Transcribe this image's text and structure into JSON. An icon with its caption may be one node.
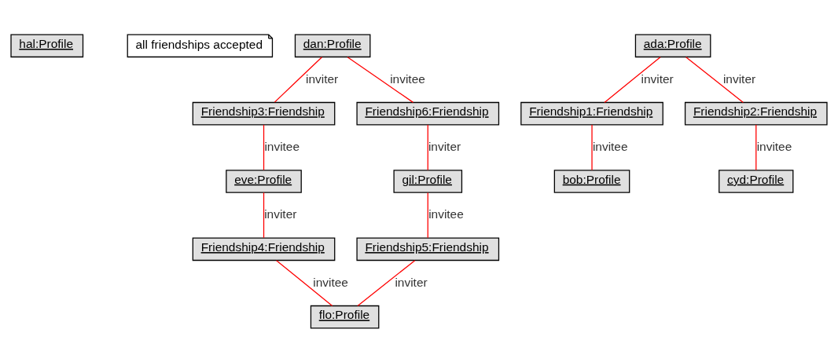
{
  "diagram": {
    "nodes": [
      {
        "text": [
          "hal:Profile"
        ]
      },
      {
        "text": [
          "all friendships accepted"
        ]
      },
      {
        "text": [
          "dan:Profile"
        ]
      },
      {
        "text": [
          "Friendship3:Friendship"
        ]
      },
      {
        "text": [
          "Friendship6:Friendship"
        ]
      },
      {
        "text": [
          "eve:Profile"
        ]
      },
      {
        "text": [
          "gil:Profile"
        ]
      },
      {
        "text": [
          "ada:Profile"
        ]
      },
      {
        "text": [
          "Friendship1:Friendship"
        ]
      },
      {
        "text": [
          "Friendship2:Friendship"
        ]
      },
      {
        "text": [
          "Friendship4:Friendship"
        ]
      },
      {
        "text": [
          "Friendship5:Friendship"
        ]
      },
      {
        "text": [
          "bob:Profile"
        ]
      },
      {
        "text": [
          "cyd:Profile"
        ]
      },
      {
        "text": [
          "flo:Profile"
        ]
      }
    ],
    "edges": [
      {
        "from": 2,
        "to": 3,
        "arrow": "none",
        "label": "inviter"
      },
      {
        "from": 2,
        "to": 4,
        "arrow": "none",
        "label": "invitee"
      },
      {
        "from": 3,
        "to": 5,
        "arrow": "none",
        "label": "invitee"
      },
      {
        "from": 4,
        "to": 6,
        "arrow": "none",
        "label": "inviter"
      },
      {
        "from": 5,
        "to": 10,
        "arrow": "none",
        "label": "inviter"
      },
      {
        "from": 6,
        "to": 11,
        "arrow": "none",
        "label": "invitee"
      },
      {
        "from": 7,
        "to": 8,
        "arrow": "none",
        "label": "inviter"
      },
      {
        "from": 7,
        "to": 9,
        "arrow": "none",
        "label": "inviter"
      },
      {
        "from": 10,
        "to": 14,
        "arrow": "none",
        "label": "invitee"
      },
      {
        "from": 11,
        "to": 14,
        "arrow": "none",
        "label": "inviter"
      },
      {
        "from": 8,
        "to": 12,
        "arrow": "none",
        "label": "invitee"
      },
      {
        "from": 9,
        "to": 13,
        "arrow": "none",
        "label": "invitee"
      }
    ]
  }
}
